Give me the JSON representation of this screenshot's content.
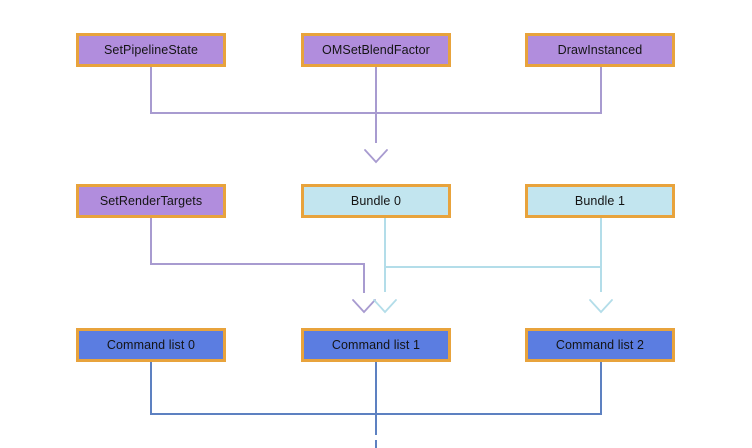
{
  "diagram": {
    "nodes": {
      "set_pipeline_state": {
        "label": "SetPipelineState",
        "kind": "bundle-command"
      },
      "om_set_blend_factor": {
        "label": "OMSetBlendFactor",
        "kind": "bundle-command"
      },
      "draw_instanced": {
        "label": "DrawInstanced",
        "kind": "bundle-command"
      },
      "set_render_targets": {
        "label": "SetRenderTargets",
        "kind": "command"
      },
      "bundle_0": {
        "label": "Bundle 0",
        "kind": "bundle"
      },
      "bundle_1": {
        "label": "Bundle 1",
        "kind": "bundle"
      },
      "command_list_0": {
        "label": "Command list 0",
        "kind": "command-list"
      },
      "command_list_1": {
        "label": "Command list 1",
        "kind": "command-list"
      },
      "command_list_2": {
        "label": "Command list 2",
        "kind": "command-list"
      }
    },
    "edges": [
      {
        "from": "SetPipelineState",
        "to": "Bundle 0"
      },
      {
        "from": "OMSetBlendFactor",
        "to": "Bundle 0"
      },
      {
        "from": "DrawInstanced",
        "to": "Bundle 0"
      },
      {
        "from": "SetRenderTargets",
        "to": "Command list 1"
      },
      {
        "from": "Bundle 0",
        "to": "Command list 1"
      },
      {
        "from": "Bundle 0",
        "to": "Command list 2"
      },
      {
        "from": "Bundle 1",
        "to": "Command list 2"
      },
      {
        "from": "Command list 0",
        "to": "offscreen-bottom"
      },
      {
        "from": "Command list 1",
        "to": "offscreen-bottom"
      },
      {
        "from": "Command list 2",
        "to": "offscreen-bottom"
      }
    ],
    "colors": {
      "box_border": "#e8a33c",
      "bundle_command_fill": "#b18ddd",
      "bundle_fill": "#c2e5ef",
      "command_list_fill": "#5b7de1",
      "purple_line": "#a89bd0",
      "cyan_line": "#b3dde9",
      "blue_line": "#5d81c1",
      "text": "#141414",
      "background": "#ffffff"
    }
  }
}
